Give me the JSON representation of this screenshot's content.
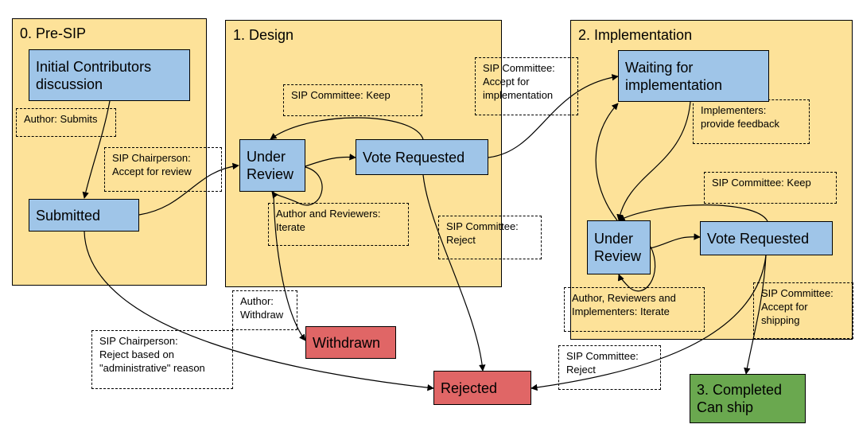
{
  "phases": {
    "pre_sip": "0. Pre-SIP",
    "design": "1. Design",
    "implementation": "2. Implementation"
  },
  "states": {
    "initial_discussion": "Initial Contributors\ndiscussion",
    "submitted": "Submitted",
    "design_under_review": "Under\nReview",
    "design_vote_requested": "Vote Requested",
    "waiting_for_implementation": "Waiting for\nimplementation",
    "impl_under_review": "Under\nReview",
    "impl_vote_requested": "Vote Requested",
    "withdrawn": "Withdrawn",
    "rejected": "Rejected",
    "completed": "3. Completed\nCan ship"
  },
  "notes": {
    "author_submits": "Author: Submits",
    "chair_accept_review": "SIP Chairperson:\nAccept for review",
    "committee_keep_design": "SIP Committee: Keep",
    "author_reviewers_iterate": "Author and Reviewers:\nIterate",
    "committee_reject_design": "SIP Committee:\nReject",
    "committee_accept_impl": "SIP Committee:\nAccept for\nimplementation",
    "implementers_feedback": "Implementers:\nprovide feedback",
    "committee_keep_impl": "SIP Committee: Keep",
    "author_reviewers_impl_iterate": "Author, Reviewers and\nImplementers: Iterate",
    "committee_accept_shipping": "SIP Committee:\nAccept for\nshipping",
    "author_withdraw": "Author:\nWithdraw",
    "chair_reject_admin": "SIP Chairperson:\nReject based on\n\"administrative\" reason",
    "committee_reject_impl": "SIP Committee:\nReject"
  },
  "colors": {
    "phase_fill": "#fde299",
    "state_blue": "#9fc5e8",
    "state_red": "#e06666",
    "state_green": "#6aa84f"
  }
}
